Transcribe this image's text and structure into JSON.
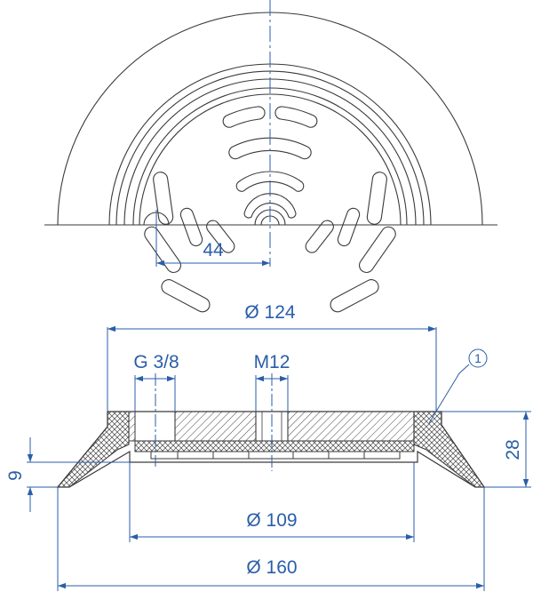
{
  "colors": {
    "outline": "#3a3a3a",
    "dimension": "#2a5ea8",
    "centerline": "#2a5ea8",
    "hatch": "#444444",
    "background": "#ffffff"
  },
  "top_view": {
    "dim_slot_offset": "44"
  },
  "section_view": {
    "dim_outer_top_diameter": "Ø 124",
    "dim_thread_port": "G 3/8",
    "dim_center_thread": "M12",
    "callout_number": "1",
    "dim_height": "28",
    "dim_lip_height": "9",
    "dim_inner_diameter": "Ø 109",
    "dim_overall_diameter": "Ø 160"
  }
}
